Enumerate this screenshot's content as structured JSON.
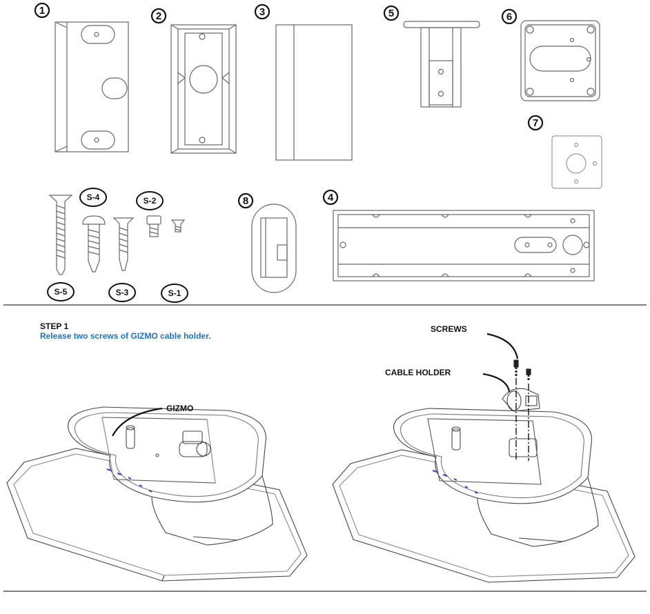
{
  "parts": {
    "p1": "1",
    "p2": "2",
    "p3": "3",
    "p4": "4",
    "p5": "5",
    "p6": "6",
    "p7": "7",
    "p8": "8"
  },
  "screws": {
    "s1": "S-1",
    "s2": "S-2",
    "s3": "S-3",
    "s4": "S-4",
    "s5": "S-5"
  },
  "step": {
    "title": "STEP 1",
    "description": "Release two screws  of GIZMO cable holder."
  },
  "callouts": {
    "gizmo": "GIZMO",
    "screws": "SCREWS",
    "cable_holder": "CABLE HOLDER"
  },
  "colors": {
    "line": "#555555",
    "accent_text": "#1a73c8",
    "divider": "#333333"
  }
}
